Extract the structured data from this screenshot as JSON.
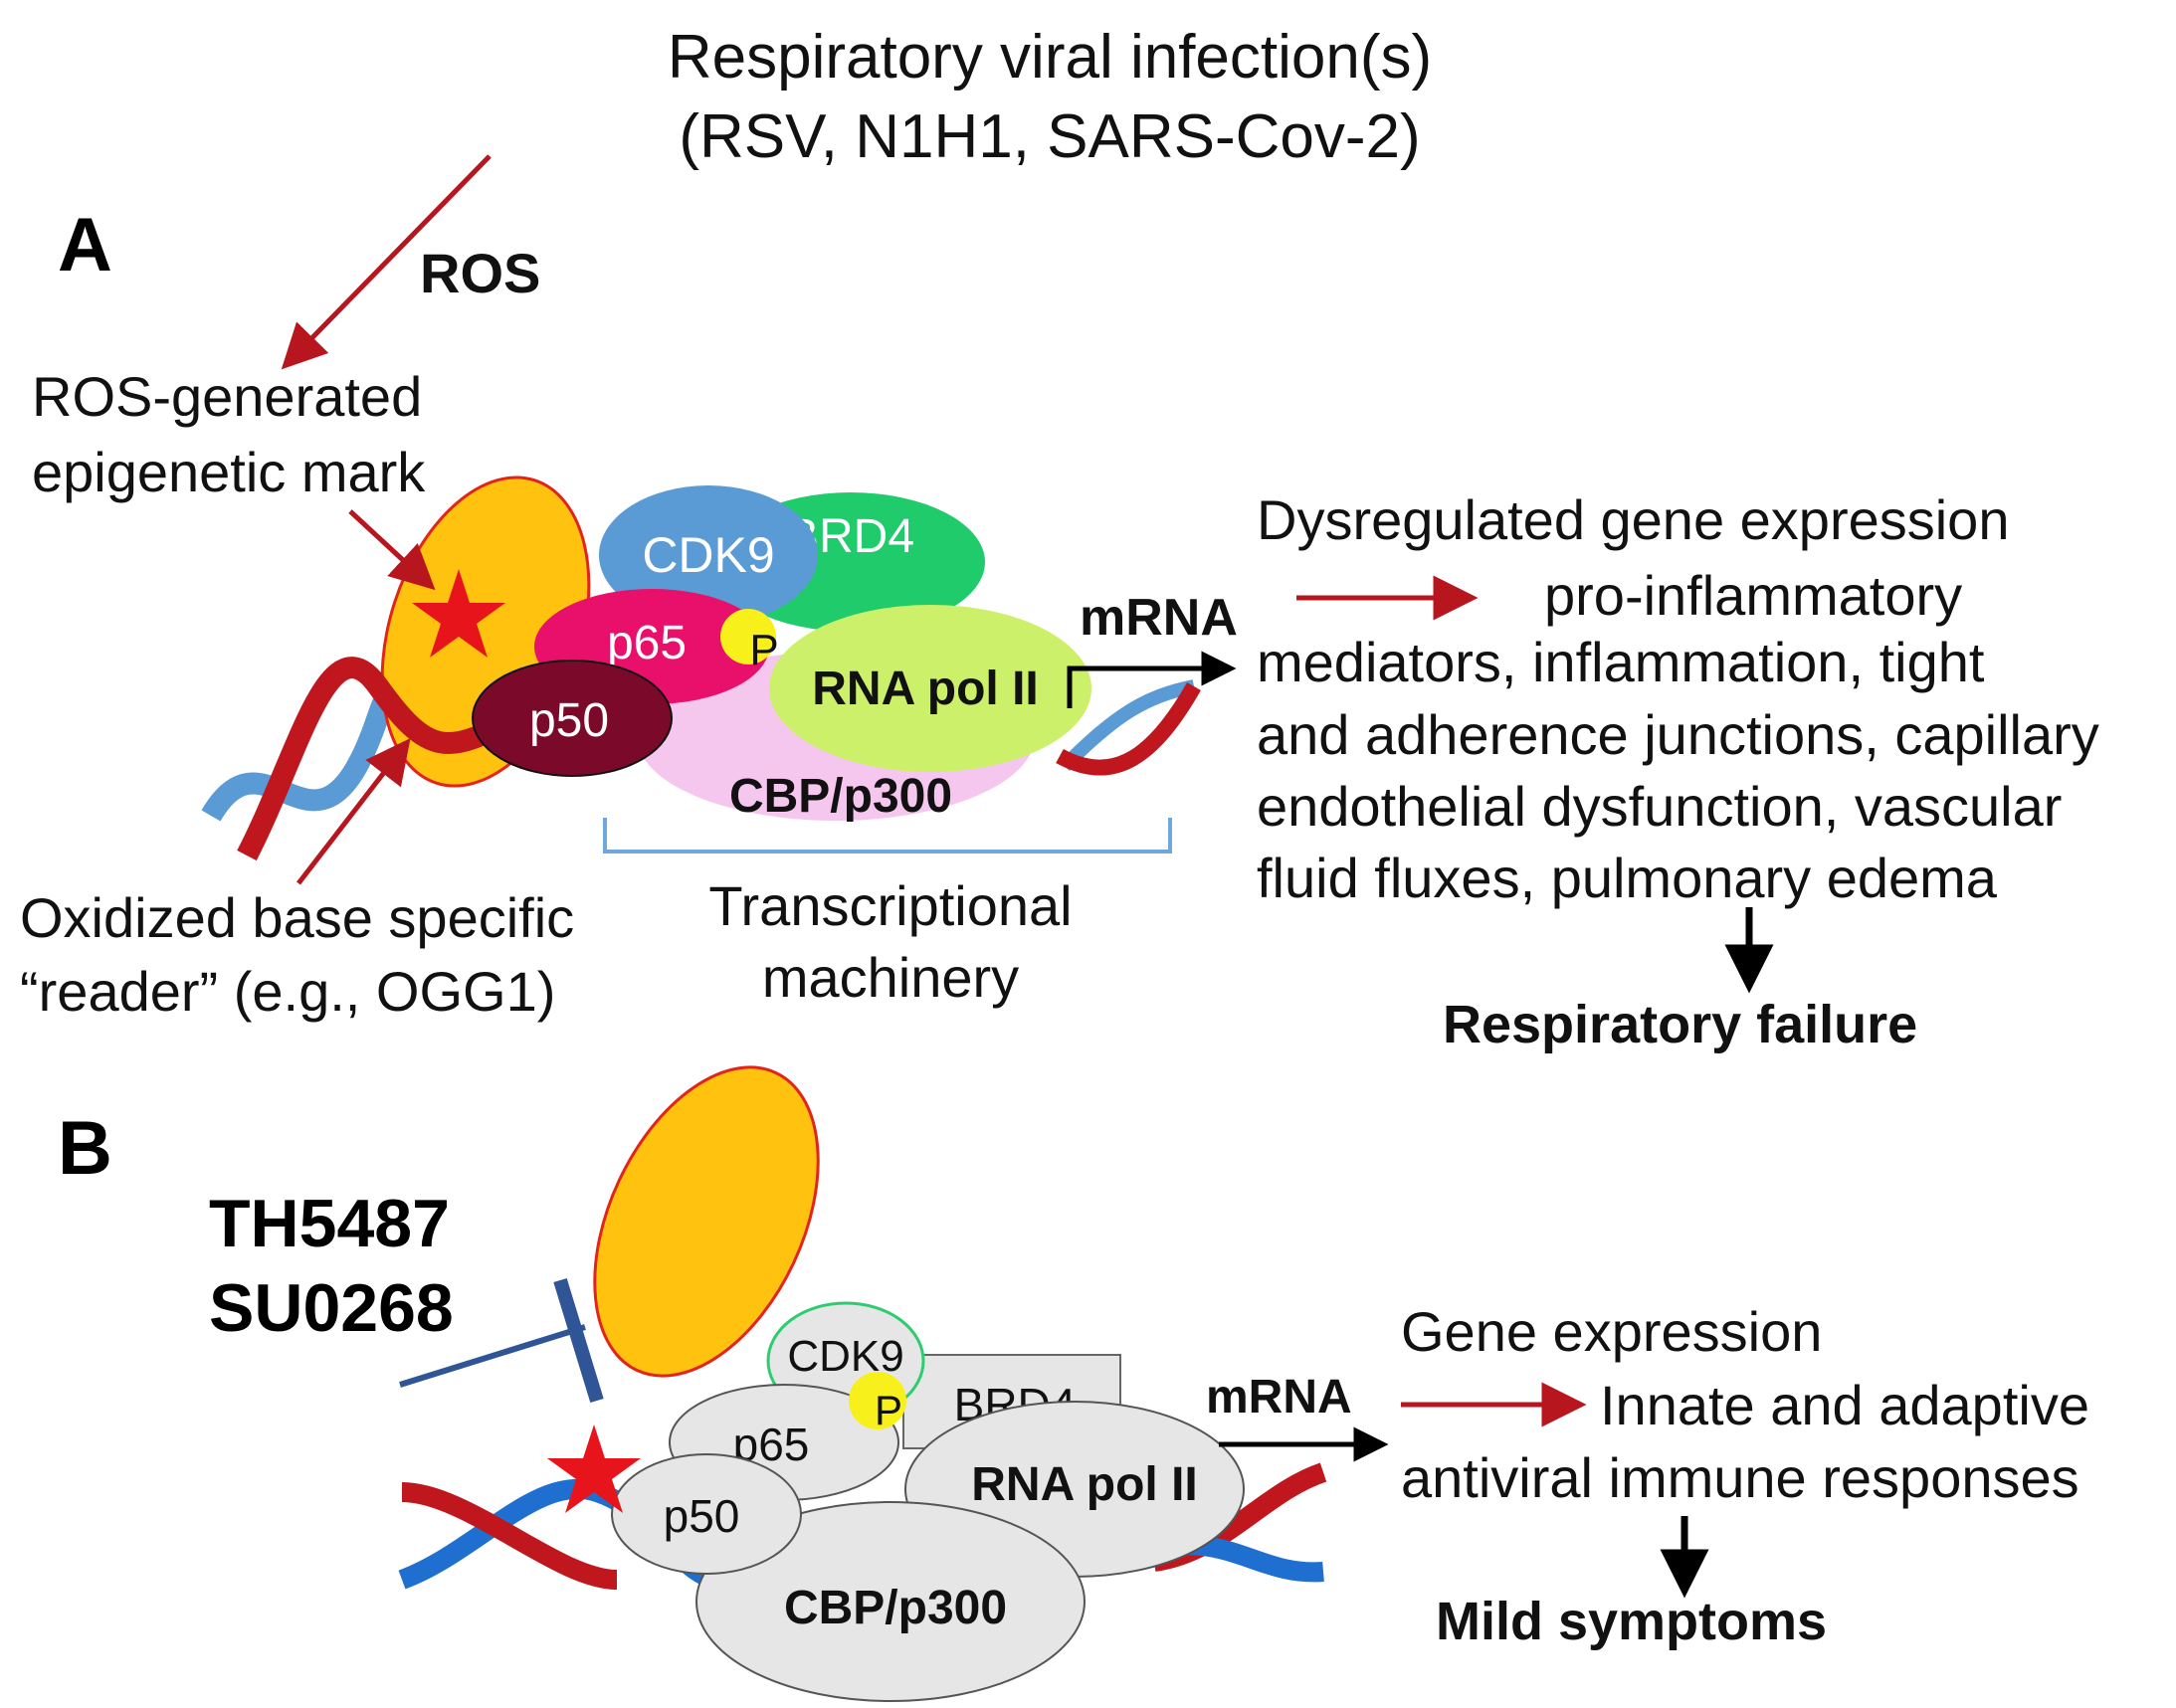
{
  "colors": {
    "reader_fill": "#FFC20E",
    "reader_stroke": "#E3241B",
    "star": "#E8141B",
    "red_arrow": "#B8161F",
    "dna_red": "#C0171E",
    "dna_blue": "#5A9BD5",
    "dna_blue_b": "#1F6FD1",
    "cdk9": "#5B9BD5",
    "brd4": "#1FCB6B",
    "p65": "#E8106A",
    "p50": "#7B0A2A",
    "rnapol": "#CCF06A",
    "cbp": "#F6C7EE",
    "phos": "#F7F01A",
    "grey_protein": "#E6E6E6",
    "inhibitor": "#2F5597",
    "bracket": "#6FA8DC"
  },
  "header": {
    "line1": "Respiratory viral infection(s)",
    "line2": "(RSV, N1H1, SARS-Cov-2)"
  },
  "panel_a": {
    "letter": "A",
    "ros": "ROS",
    "mark_label": [
      "ROS-generated",
      "epigenetic mark"
    ],
    "reader_label": [
      "Oxidized base specific",
      "“reader” (e.g., OGG1)"
    ],
    "proteins": {
      "cdk9": "CDK9",
      "brd4": "BRD4",
      "p65": "p65",
      "p": "P",
      "rnapol": "RNA pol II",
      "p50": "p50",
      "cbp": "CBP/p300"
    },
    "mrna": "mRNA",
    "machinery_label": [
      "Transcriptional",
      "machinery"
    ],
    "outcome_title": "Dysregulated gene expression",
    "outcome_lines": [
      "pro-inflammatory",
      "mediators,  inflammation, tight",
      "and adherence junctions, capillary",
      "endothelial dysfunction, vascular",
      "fluid fluxes, pulmonary edema"
    ],
    "final": "Respiratory failure"
  },
  "panel_b": {
    "letter": "B",
    "inhibitors": [
      "TH5487",
      "SU0268"
    ],
    "proteins": {
      "cdk9": "CDK9",
      "p": "P",
      "brd4": "BRD4",
      "p65": "p65",
      "rnapol": "RNA pol II",
      "p50": "p50",
      "cbp": "CBP/p300"
    },
    "mrna": "mRNA",
    "outcome_title": "Gene expression",
    "outcome_lines": [
      "Innate and adaptive",
      "antiviral immune responses"
    ],
    "final": "Mild symptoms"
  }
}
